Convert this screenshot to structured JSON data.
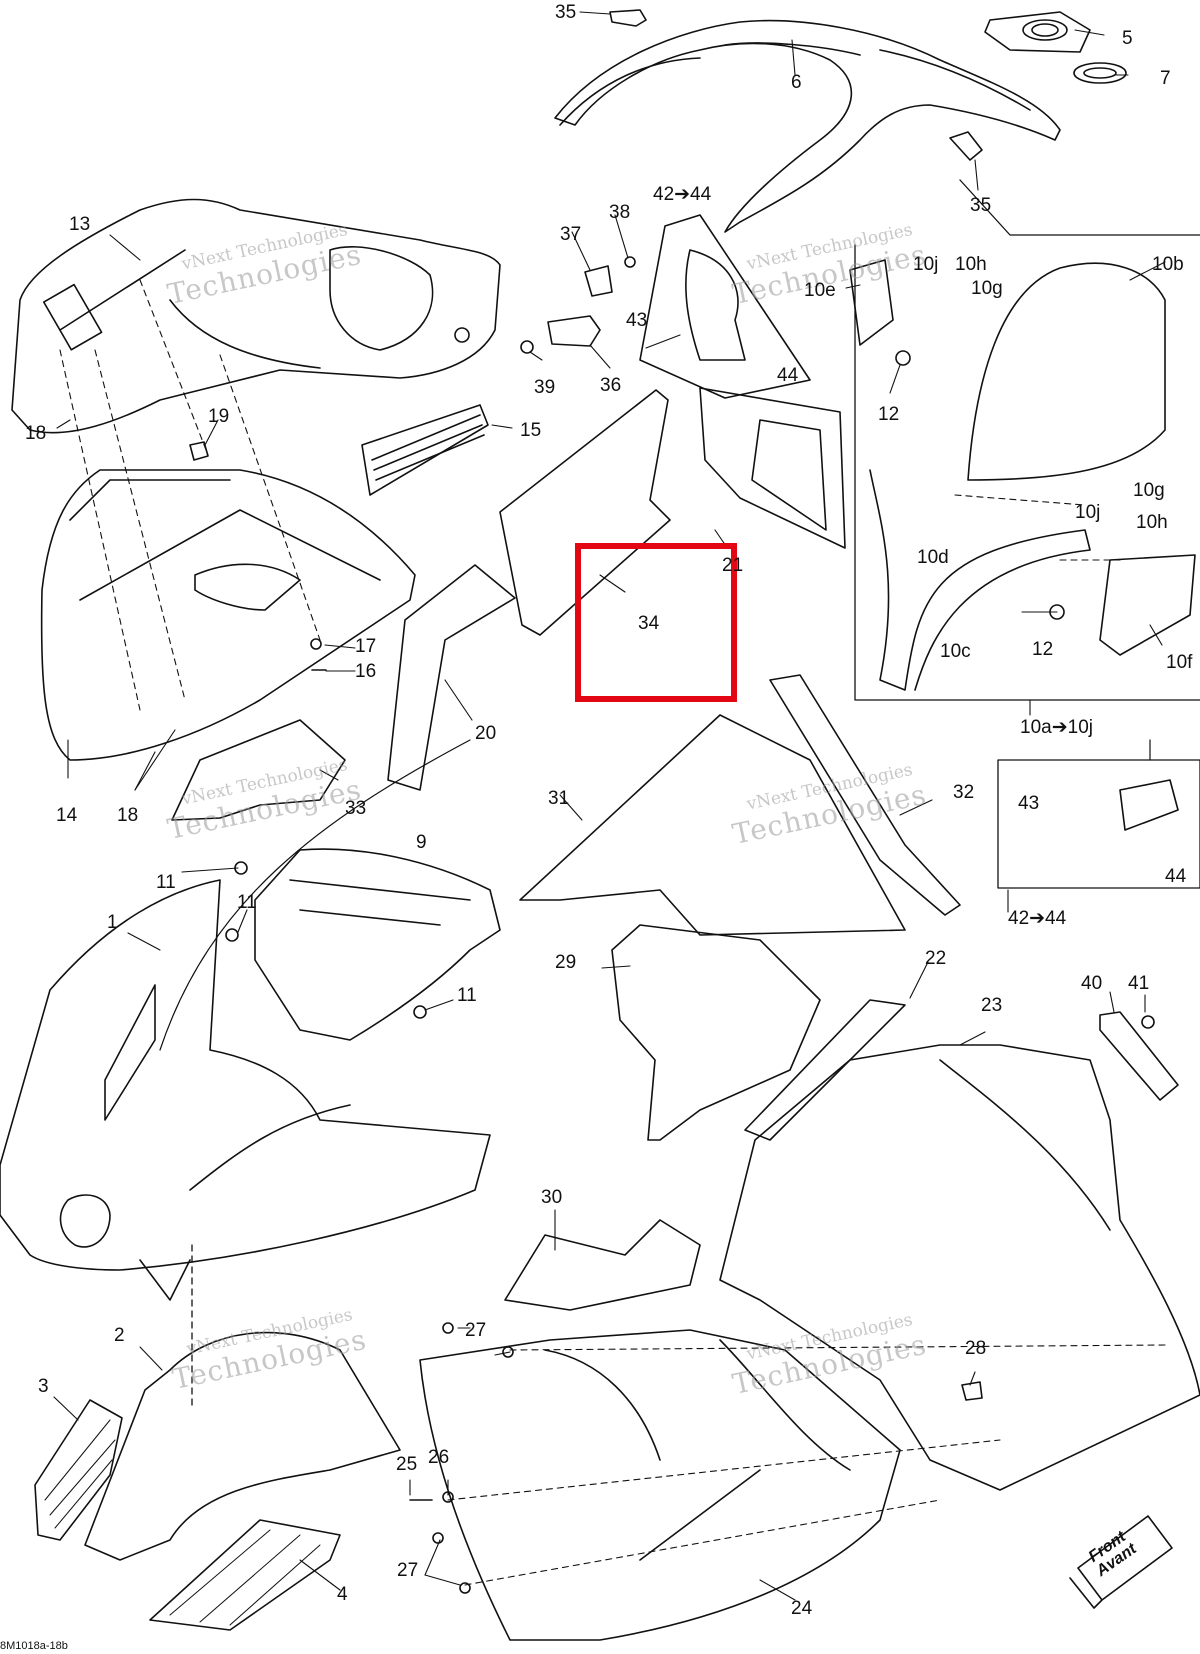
{
  "diagram": {
    "highlight_color": "#e30613",
    "callouts": {
      "c35_top": "35",
      "c35_mid": "35",
      "c5": "5",
      "c6": "6",
      "c7": "7",
      "c13": "13",
      "c38": "38",
      "c37": "37",
      "c42_44_top": "42➔44",
      "c10j_top": "10j",
      "c10h_top": "10h",
      "c10g_top": "10g",
      "c10b": "10b",
      "c10e": "10e",
      "c43_top": "43",
      "c44_top": "44",
      "c39": "39",
      "c36": "36",
      "c12_top": "12",
      "c18_top": "18",
      "c19": "19",
      "c15": "15",
      "c10g_mid": "10g",
      "c10j_mid": "10j",
      "c10h_mid": "10h",
      "c10d": "10d",
      "c21": "21",
      "c34": "34",
      "c10c": "10c",
      "c12_mid": "12",
      "c10f": "10f",
      "c17": "17",
      "c16": "16",
      "c20": "20",
      "c10a_10j": "10a➔10j",
      "c14": "14",
      "c18_bot": "18",
      "c33": "33",
      "c31": "31",
      "c32": "32",
      "c43_box": "43",
      "c44_box": "44",
      "c9": "9",
      "c11_a": "11",
      "c11_b": "11",
      "c1": "1",
      "c42_44_bot": "42➔44",
      "c11_c": "11",
      "c29": "29",
      "c22": "22",
      "c40": "40",
      "c41": "41",
      "c23": "23",
      "c30": "30",
      "c2": "2",
      "c27_a": "27",
      "c28": "28",
      "c3": "3",
      "c25": "25",
      "c26": "26",
      "c27_b": "27",
      "c4": "4",
      "c24": "24"
    },
    "watermark_line1": "vNext Technologies",
    "watermark_line2": "Technologies",
    "front_line1": "Front",
    "front_line2": "Avant",
    "figure_code": "8M1018a-18b"
  }
}
